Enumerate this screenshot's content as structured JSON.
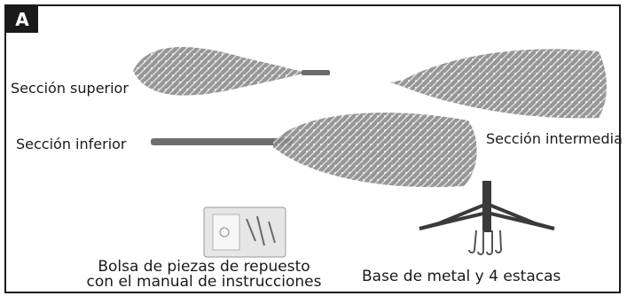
{
  "badge": "A",
  "labels": {
    "top": "Sección superior",
    "middle": "Sección intermedia",
    "bottom": "Sección inferior",
    "bag_line1": "Bolsa de piezas de repuesto",
    "bag_line2": "con el manual de instrucciones",
    "base": "Base de metal y 4 estacas"
  }
}
